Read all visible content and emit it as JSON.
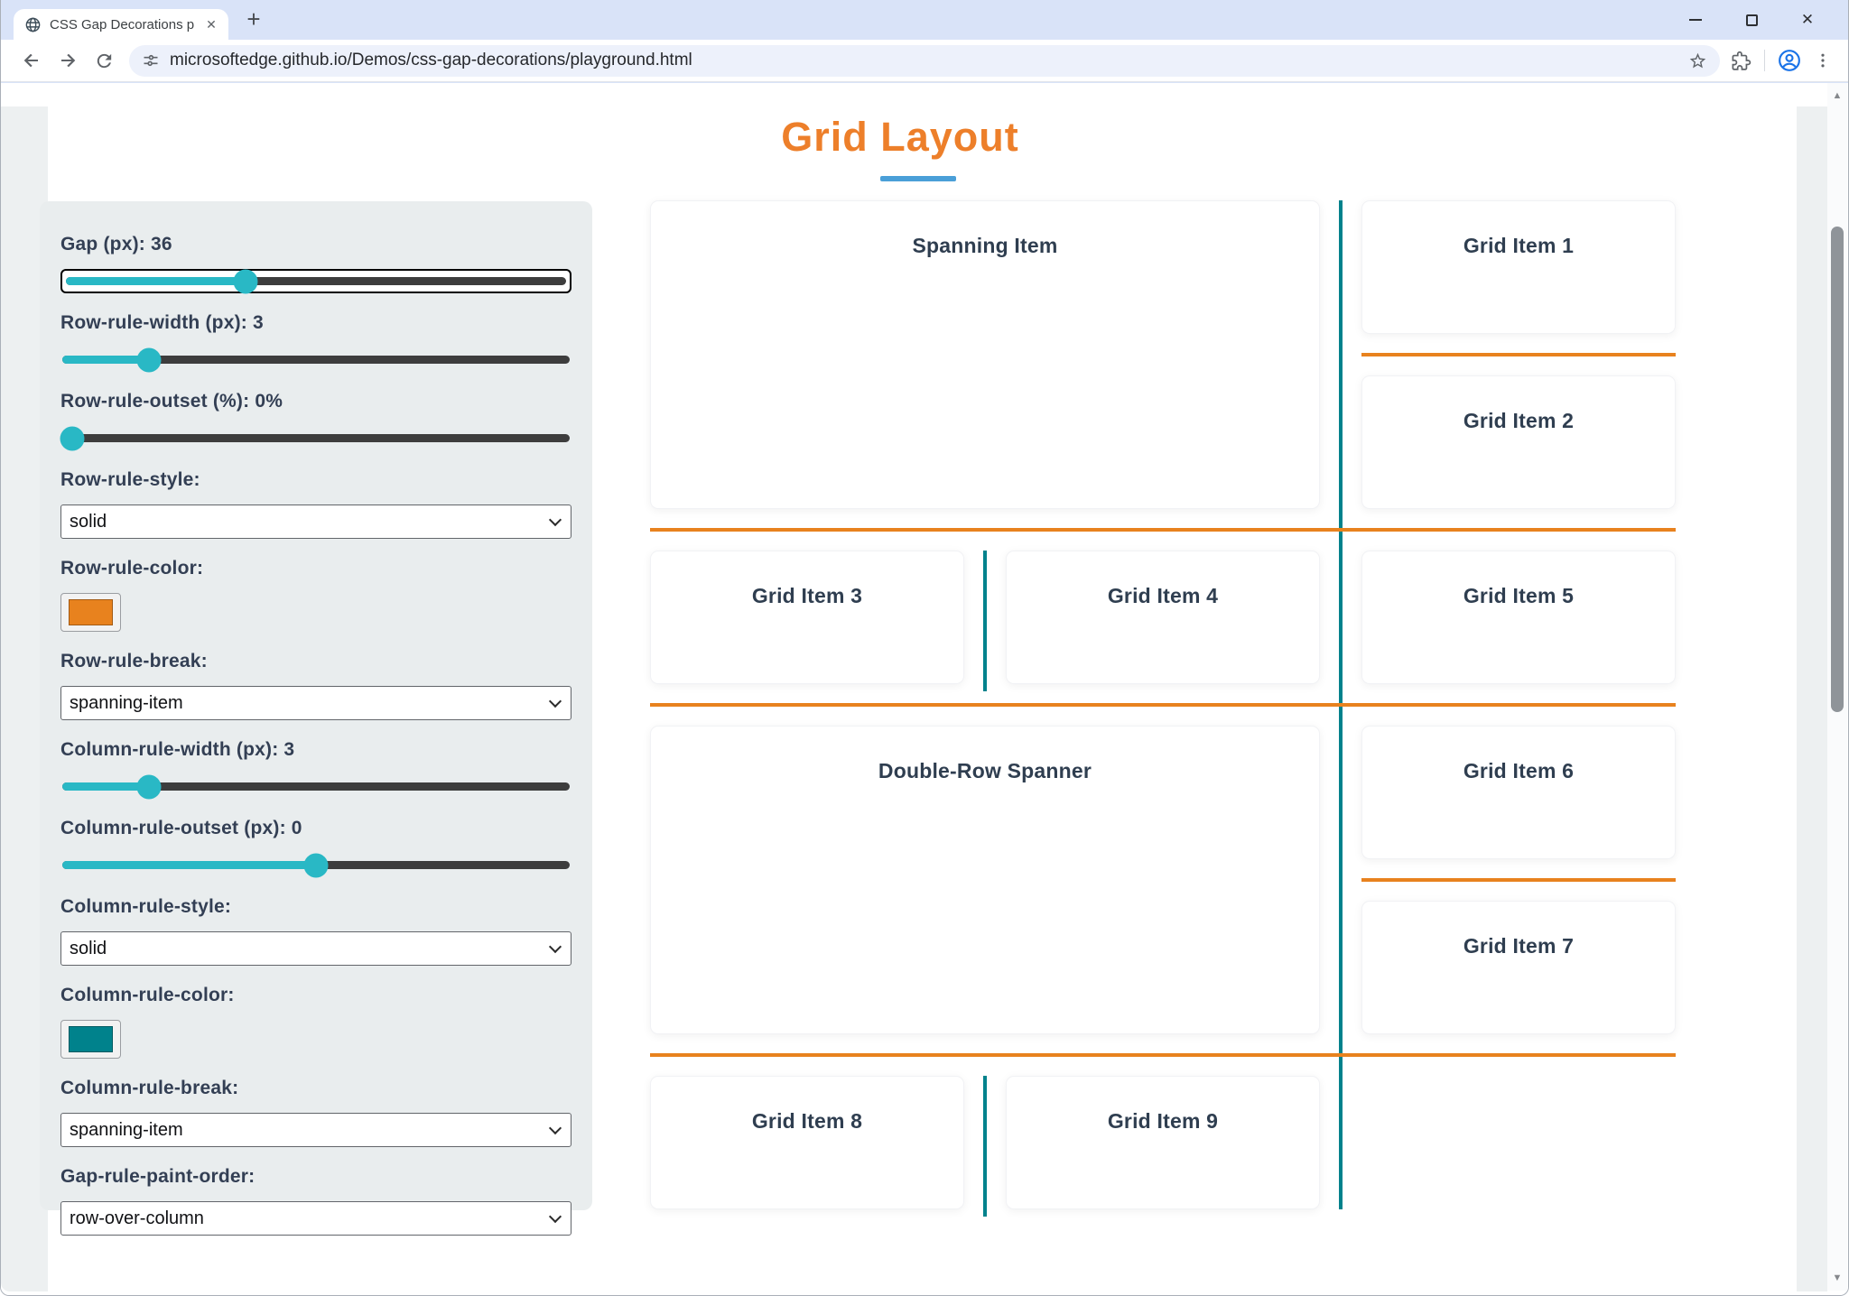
{
  "browser": {
    "tab_title": "CSS Gap Decorations playgroun",
    "tab_close_glyph": "✕",
    "new_tab_label": "+",
    "url": "microsoftedge.github.io/Demos/css-gap-decorations/playground.html",
    "window_close_glyph": "✕"
  },
  "page": {
    "title": "Grid Layout"
  },
  "colors": {
    "title": "#ed7f2a",
    "underline": "#4a9fd8",
    "slider": "#29b8c5",
    "row_rule": "#e8821e",
    "column_rule": "#00828c"
  },
  "controls": [
    {
      "kind": "slider",
      "label": "Gap (px): 36",
      "pct": "36%",
      "focused": true
    },
    {
      "kind": "slider",
      "label": "Row-rule-width (px): 3",
      "pct": "17%"
    },
    {
      "kind": "slider",
      "label": "Row-rule-outset (%): 0%",
      "pct": "2%"
    },
    {
      "kind": "select",
      "label": "Row-rule-style:",
      "value": "solid"
    },
    {
      "kind": "color",
      "label": "Row-rule-color:",
      "value": "#e8821e"
    },
    {
      "kind": "select",
      "label": "Row-rule-break:",
      "value": "spanning-item"
    },
    {
      "kind": "slider",
      "label": "Column-rule-width (px): 3",
      "pct": "17%"
    },
    {
      "kind": "slider",
      "label": "Column-rule-outset (px): 0",
      "pct": "50%"
    },
    {
      "kind": "select",
      "label": "Column-rule-style:",
      "value": "solid"
    },
    {
      "kind": "color",
      "label": "Column-rule-color:",
      "value": "#00828c"
    },
    {
      "kind": "select",
      "label": "Column-rule-break:",
      "value": "spanning-item"
    },
    {
      "kind": "select",
      "label": "Gap-rule-paint-order:",
      "value": "row-over-column"
    }
  ],
  "grid": {
    "items": [
      "Spanning Item",
      "Grid Item 1",
      "Grid Item 2",
      "Grid Item 3",
      "Grid Item 4",
      "Grid Item 5",
      "Double-Row Spanner",
      "Grid Item 6",
      "Grid Item 7",
      "Grid Item 8",
      "Grid Item 9"
    ]
  }
}
